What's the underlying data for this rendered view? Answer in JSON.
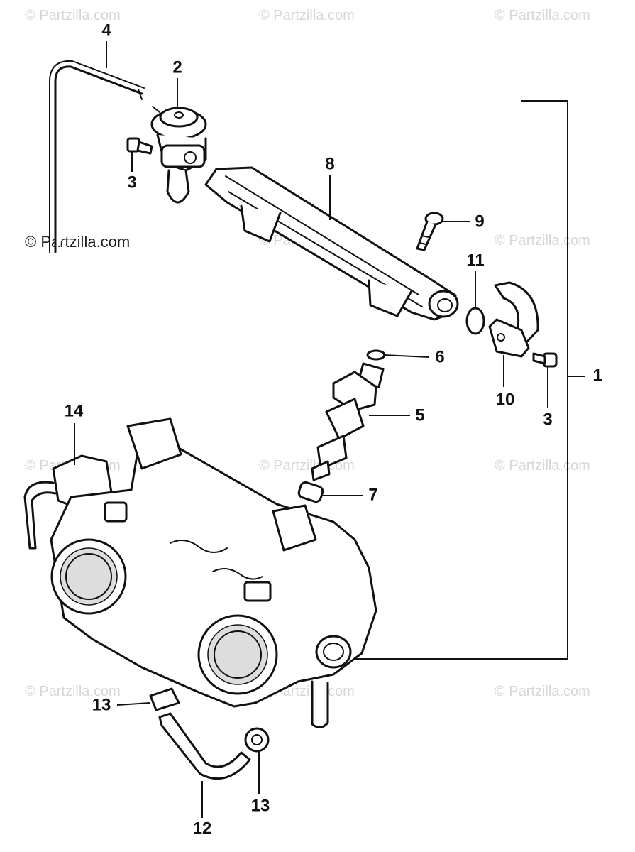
{
  "watermarks": {
    "faint": "© Partzilla.com",
    "dark": "© Partzilla.com"
  },
  "callouts": {
    "c1": "1",
    "c2": "2",
    "c3a": "3",
    "c3b": "3",
    "c4": "4",
    "c5": "5",
    "c6": "6",
    "c7": "7",
    "c8": "8",
    "c9": "9",
    "c10": "10",
    "c11": "11",
    "c12": "12",
    "c13a": "13",
    "c13b": "13",
    "c14": "14"
  }
}
